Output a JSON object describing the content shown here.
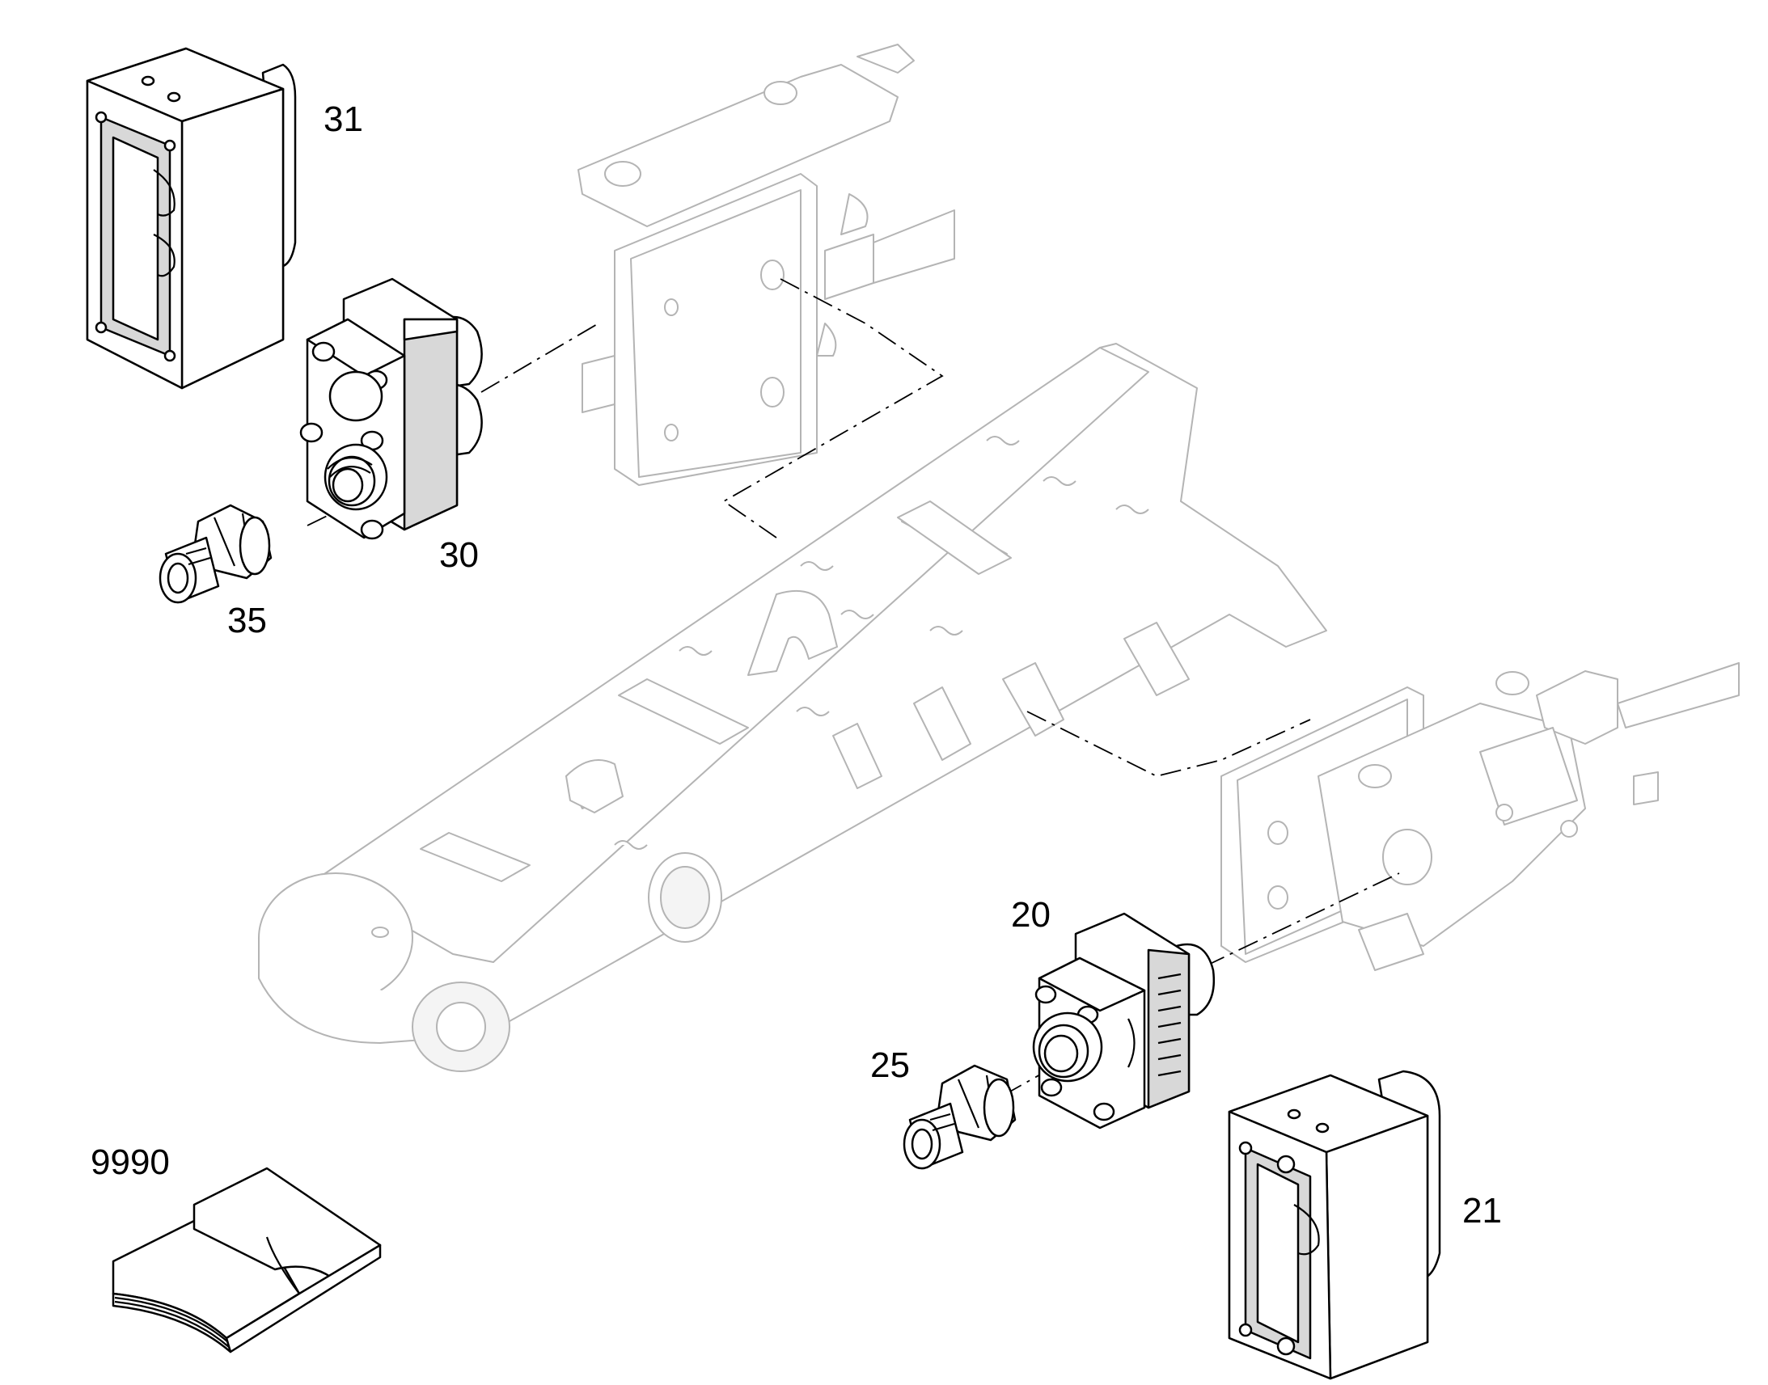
{
  "diagram": {
    "callouts": [
      {
        "id": "31",
        "label": "31"
      },
      {
        "id": "30",
        "label": "30"
      },
      {
        "id": "35",
        "label": "35"
      },
      {
        "id": "20",
        "label": "20"
      },
      {
        "id": "25",
        "label": "25"
      },
      {
        "id": "21",
        "label": "21"
      },
      {
        "id": "9990",
        "label": "9990"
      }
    ]
  },
  "colors": {
    "line": "#000000",
    "ghost_line": "#b4b4b4",
    "background": "#ffffff"
  }
}
